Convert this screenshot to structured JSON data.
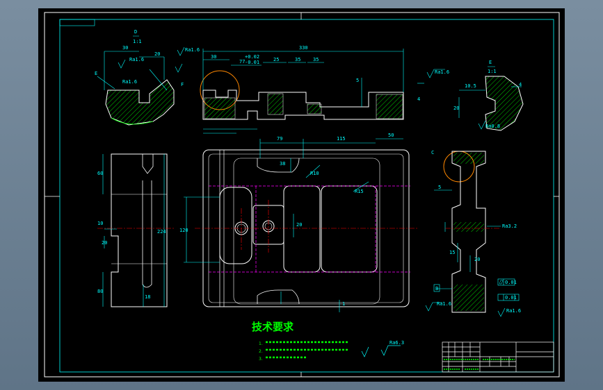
{
  "colors": {
    "sheet": "#000000",
    "frame": "#ffffff",
    "dimension": "#00ffff",
    "outline": "#ffffff",
    "hatch": "#00ff00",
    "center": "#ff0000",
    "hidden": "#ff00ff",
    "detail_circle": "#ff8800",
    "text": "#00ff00"
  },
  "front_view": {
    "overall": "330",
    "d30": "30",
    "d77": "77",
    "tol_upper": "+0.02",
    "tol_lower": "-0.01",
    "d25": "25",
    "d35": "35",
    "d5": "5",
    "d4": "4",
    "roughness": "Ra1.6"
  },
  "detail_d": {
    "label": "D",
    "scale": "1:1",
    "d30": "30",
    "d20": "20",
    "roughness_a": "Ra1.6",
    "roughness_b": "Ra1.6",
    "ref_e": "E",
    "ref_f": "F"
  },
  "detail_e": {
    "label": "E",
    "scale": "1:1",
    "d10": "10.5",
    "d20": "20",
    "d4": "4",
    "roughness": "Ra0.8"
  },
  "plan_view": {
    "d79": "79",
    "d115": "115",
    "d50": "50",
    "d38": "38",
    "r10": "R10",
    "r15": "R15",
    "d20": "20",
    "d120": "120",
    "d1": "1"
  },
  "left_view": {
    "d60": "60",
    "d10": "10",
    "d20": "20",
    "d224": "224",
    "d18": "18",
    "d80": "80"
  },
  "right_view": {
    "ref_c": "C",
    "d5": "5",
    "d15": "15",
    "d20": "20",
    "roughness_a": "Ra3.2",
    "roughness_b": "Ra1.6",
    "tol_flat": "0.01",
    "tol_par": "0.01",
    "datum_b": "B"
  },
  "tech": {
    "title": "技术要求",
    "line1": "1.  ",
    "line2": "2.  ",
    "line3": "3.  ",
    "roughness": "Ra6.3"
  }
}
